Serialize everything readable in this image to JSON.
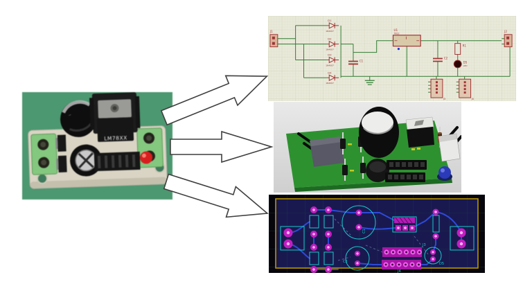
{
  "diagram": {
    "type": "pcb-design-workflow",
    "panels": {
      "photo": {
        "chip_marking": "LM78XX"
      },
      "schematic": {
        "refs": {
          "j1": "J1",
          "d1": "D1",
          "d2": "D2",
          "d3": "D3",
          "d4": "D4",
          "diode_value": "1N4007",
          "c1": "C1",
          "u1": "U1",
          "u1_value": "7812",
          "c2": "C2",
          "r1": "R1",
          "d5": "D5",
          "d5_value": "LED",
          "j2": "J2",
          "j3": "J3",
          "j4": "J4"
        }
      },
      "pcb_layout": {
        "refs": {
          "c1": "C1",
          "c2": "C2",
          "j3": "J3",
          "j4": "J4",
          "d5": "D5"
        }
      }
    },
    "colors": {
      "photo_background": "#4e9d72",
      "board_green": "#2e9130",
      "schematic_background": "#e9e9da",
      "schematic_wire": "#2f7d32",
      "schematic_component": "#a03434",
      "layout_background": "#06060c",
      "layout_board_fill": "#191950",
      "layout_outline_yellow": "#bb9400",
      "layout_pad_magenta": "#c21ec2",
      "layout_silkscreen_cyan": "#19cccc",
      "layout_trace_blue": "#2d49d8",
      "led_red": "#dd2222",
      "arrow_fill": "#ffffff",
      "arrow_outline": "#3f3f3f"
    }
  }
}
